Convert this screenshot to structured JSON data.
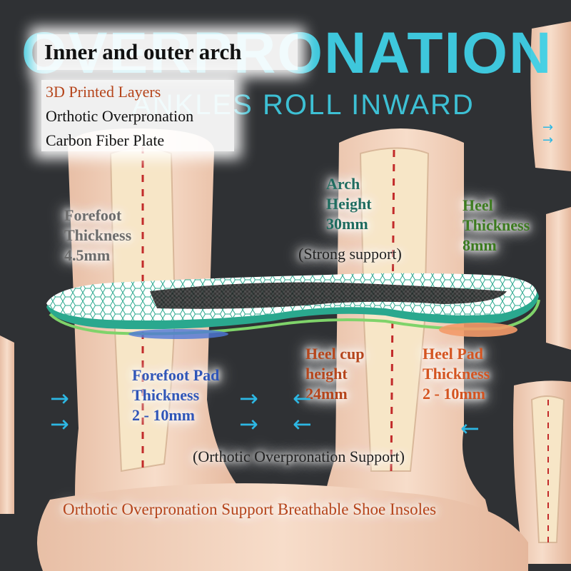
{
  "background": {
    "headline": "OVERPRONATION",
    "subheadline": "ANKLES ROLL INWARD"
  },
  "top_box": {
    "title": "Inner and outer arch",
    "lines": [
      "3D Printed Layers",
      "Orthotic Overpronation",
      "Carbon Fiber Plate"
    ]
  },
  "labels": {
    "forefoot_thickness": [
      "Forefoot",
      "Thickness",
      "4.5mm"
    ],
    "arch_height": [
      "Arch",
      "Height",
      "30mm"
    ],
    "strong_support": "(Strong support)",
    "heel_thickness": [
      "Heel",
      "Thickness",
      "8mm"
    ],
    "heel_cup_height": [
      "Heel cup",
      "height",
      "24mm"
    ],
    "heel_pad_thickness": [
      "Heel Pad",
      "Thickness",
      "2 - 10mm"
    ],
    "forefoot_pad_thickness": [
      "Forefoot Pad",
      "Thickness",
      "2 - 10mm"
    ],
    "orthotic_support": "(Orthotic Overpronation Support)"
  },
  "footer": {
    "product_line": "Orthotic Overpronation Support Breathable Shoe Insoles"
  },
  "colors": {
    "background": "#2f3134",
    "accent_cyan": "#3fd0e6",
    "skin": "#f0d2bd",
    "orange_text": "#b5441a",
    "teal_text": "#1d6b5e",
    "green_text": "#3b7a1e",
    "blue_text": "#2f55b8",
    "grey_text": "#6b6b6b",
    "insole_teal": "#2aa88e"
  },
  "icons": [
    "arrow-right-icon",
    "arrow-left-icon"
  ]
}
